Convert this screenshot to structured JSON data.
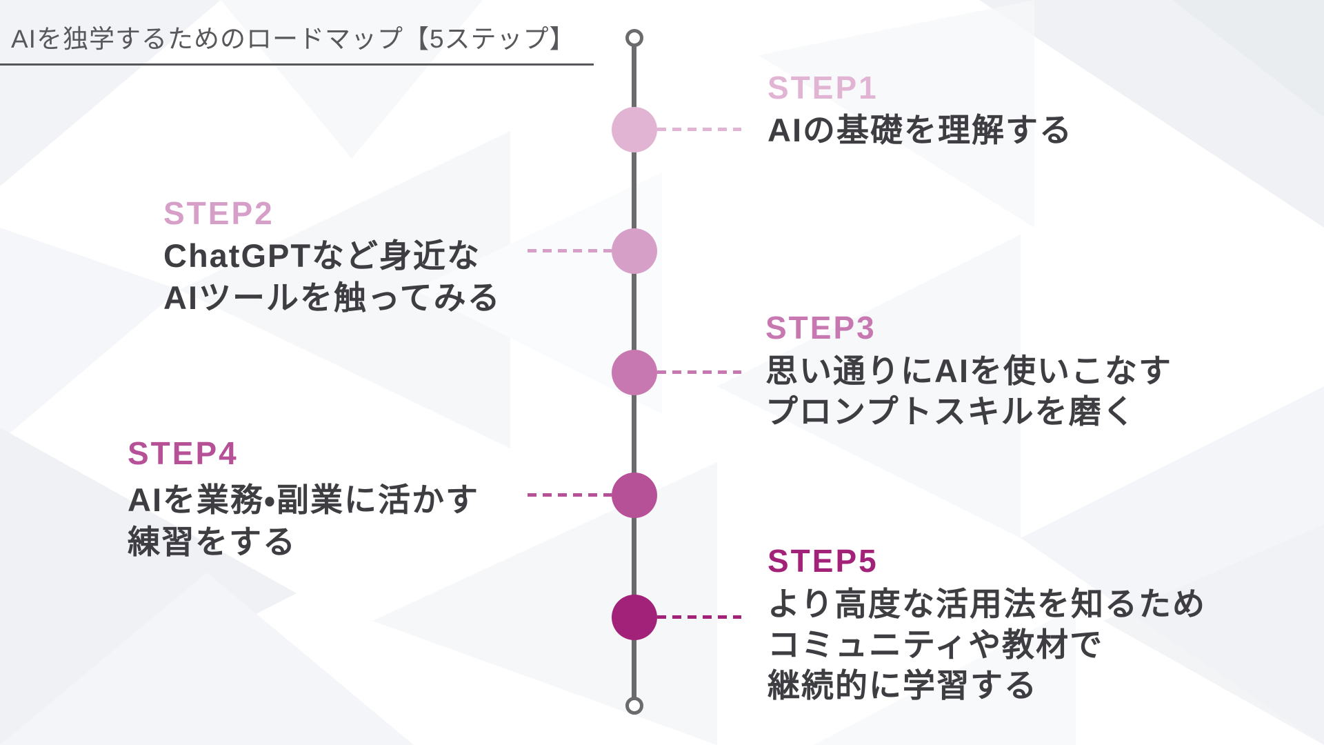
{
  "title": {
    "text": "AIを独学するためのロードマップ【5ステップ】"
  },
  "timeline": {
    "line_color": "#6b6b6e",
    "end_node_style": "hollow-circle",
    "step_count": 5
  },
  "text_color": "#3e3e42",
  "steps": [
    {
      "label": "STEP1",
      "side": "right",
      "color": "#e2b4d3",
      "lines": [
        "AIの基礎を理解する"
      ]
    },
    {
      "label": "STEP2",
      "side": "left",
      "color": "#d69fc7",
      "lines": [
        "ChatGPTなど身近な",
        "AIツールを触ってみる"
      ]
    },
    {
      "label": "STEP3",
      "side": "right",
      "color": "#c878b1",
      "lines": [
        "思い通りにAIを使いこなす",
        "プロンプトスキルを磨く"
      ]
    },
    {
      "label": "STEP4",
      "side": "left",
      "color": "#b65097",
      "lines": [
        "AIを業務・副業に活かす",
        "練習をする"
      ]
    },
    {
      "label": "STEP5",
      "side": "right",
      "color": "#a32279",
      "lines": [
        "より高度な活用法を知るため",
        "コミュニティや教材で",
        "継続的に学習する"
      ]
    }
  ]
}
